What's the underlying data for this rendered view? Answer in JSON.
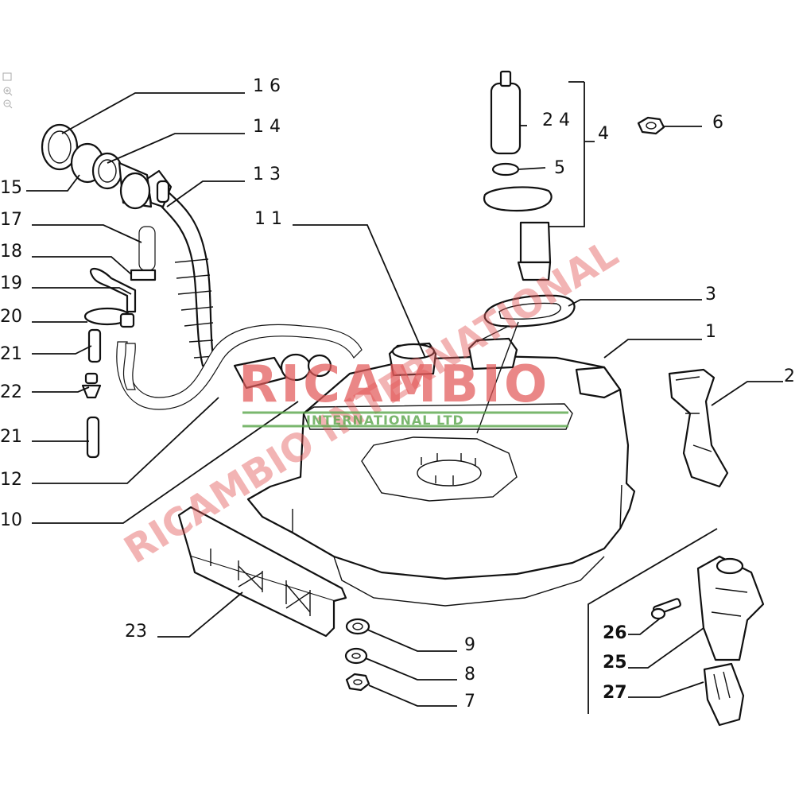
{
  "callouts": {
    "c1": "1",
    "c2": "2",
    "c3": "3",
    "c4": "4",
    "c5": "5",
    "c6": "6",
    "c7": "7",
    "c8": "8",
    "c9": "9",
    "c10": "10",
    "c11": "1 1",
    "c12": "12",
    "c13": "1 3",
    "c14": "1 4",
    "c15": "15",
    "c16": "1 6",
    "c17": "17",
    "c18": "18",
    "c19": "19",
    "c20": "20",
    "c21a": "21",
    "c21b": "21",
    "c22": "22",
    "c23": "23",
    "c24": "2 4",
    "c25": "25",
    "c26": "26",
    "c27": "27"
  },
  "watermark": {
    "main": "RICAMBIO",
    "sub": "INTERNATIONAL LTD",
    "diagonal": "RICAMBIO INTERNATIONAL",
    "color_red": "#e35a5a",
    "color_green": "#5aa64a"
  },
  "viewer_icons": [
    "fullscreen-icon",
    "zoom-in-icon",
    "zoom-out-icon"
  ]
}
